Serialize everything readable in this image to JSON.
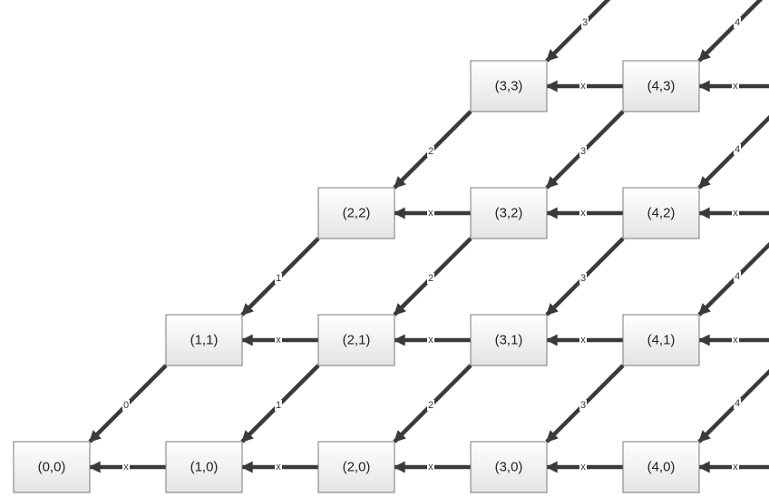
{
  "nodes": [
    {
      "id": "n00",
      "label": "(0,0)",
      "col": 0,
      "row": 0
    },
    {
      "id": "n10",
      "label": "(1,0)",
      "col": 1,
      "row": 0
    },
    {
      "id": "n20",
      "label": "(2,0)",
      "col": 2,
      "row": 0
    },
    {
      "id": "n30",
      "label": "(3,0)",
      "col": 3,
      "row": 0
    },
    {
      "id": "n40",
      "label": "(4,0)",
      "col": 4,
      "row": 0
    },
    {
      "id": "n11",
      "label": "(1,1)",
      "col": 1,
      "row": 1
    },
    {
      "id": "n21",
      "label": "(2,1)",
      "col": 2,
      "row": 1
    },
    {
      "id": "n31",
      "label": "(3,1)",
      "col": 3,
      "row": 1
    },
    {
      "id": "n41",
      "label": "(4,1)",
      "col": 4,
      "row": 1
    },
    {
      "id": "n22",
      "label": "(2,2)",
      "col": 2,
      "row": 2
    },
    {
      "id": "n32",
      "label": "(3,2)",
      "col": 3,
      "row": 2
    },
    {
      "id": "n42",
      "label": "(4,2)",
      "col": 4,
      "row": 2
    },
    {
      "id": "n33",
      "label": "(3,3)",
      "col": 3,
      "row": 3
    },
    {
      "id": "n43",
      "label": "(4,3)",
      "col": 4,
      "row": 3
    }
  ],
  "edges": [
    {
      "type": "horizontal",
      "label": "x",
      "from": "n10",
      "to": "n00"
    },
    {
      "type": "horizontal",
      "label": "x",
      "from": "n20",
      "to": "n10"
    },
    {
      "type": "horizontal",
      "label": "x",
      "from": "n30",
      "to": "n20"
    },
    {
      "type": "horizontal",
      "label": "x",
      "from": "n40",
      "to": "n30"
    },
    {
      "type": "horizontal",
      "label": "x",
      "from": "offscreen",
      "to": "n40"
    },
    {
      "type": "horizontal",
      "label": "x",
      "from": "n21",
      "to": "n11"
    },
    {
      "type": "horizontal",
      "label": "x",
      "from": "n31",
      "to": "n21"
    },
    {
      "type": "horizontal",
      "label": "x",
      "from": "n41",
      "to": "n31"
    },
    {
      "type": "horizontal",
      "label": "x",
      "from": "offscreen",
      "to": "n41"
    },
    {
      "type": "horizontal",
      "label": "x",
      "from": "n32",
      "to": "n22"
    },
    {
      "type": "horizontal",
      "label": "x",
      "from": "n42",
      "to": "n32"
    },
    {
      "type": "horizontal",
      "label": "x",
      "from": "offscreen",
      "to": "n42"
    },
    {
      "type": "horizontal",
      "label": "x",
      "from": "n43",
      "to": "n33"
    },
    {
      "type": "horizontal",
      "label": "x",
      "from": "offscreen",
      "to": "n43"
    },
    {
      "type": "diagonal",
      "label": "0",
      "from": "n11",
      "to": "n00"
    },
    {
      "type": "diagonal",
      "label": "1",
      "from": "n21",
      "to": "n10"
    },
    {
      "type": "diagonal",
      "label": "2",
      "from": "n31",
      "to": "n20"
    },
    {
      "type": "diagonal",
      "label": "3",
      "from": "n41",
      "to": "n30"
    },
    {
      "type": "diagonal",
      "label": "4",
      "from": "offscreen",
      "to": "n40"
    },
    {
      "type": "diagonal",
      "label": "1",
      "from": "n22",
      "to": "n11"
    },
    {
      "type": "diagonal",
      "label": "2",
      "from": "n32",
      "to": "n21"
    },
    {
      "type": "diagonal",
      "label": "3",
      "from": "n42",
      "to": "n31"
    },
    {
      "type": "diagonal",
      "label": "4",
      "from": "offscreen",
      "to": "n41"
    },
    {
      "type": "diagonal",
      "label": "2",
      "from": "n33",
      "to": "n22"
    },
    {
      "type": "diagonal",
      "label": "3",
      "from": "n43",
      "to": "n32"
    },
    {
      "type": "diagonal",
      "label": "4",
      "from": "offscreen",
      "to": "n42"
    },
    {
      "type": "diagonal",
      "label": "3",
      "from": "offscreen",
      "to": "n33"
    },
    {
      "type": "diagonal",
      "label": "4",
      "from": "offscreen",
      "to": "n43"
    }
  ]
}
